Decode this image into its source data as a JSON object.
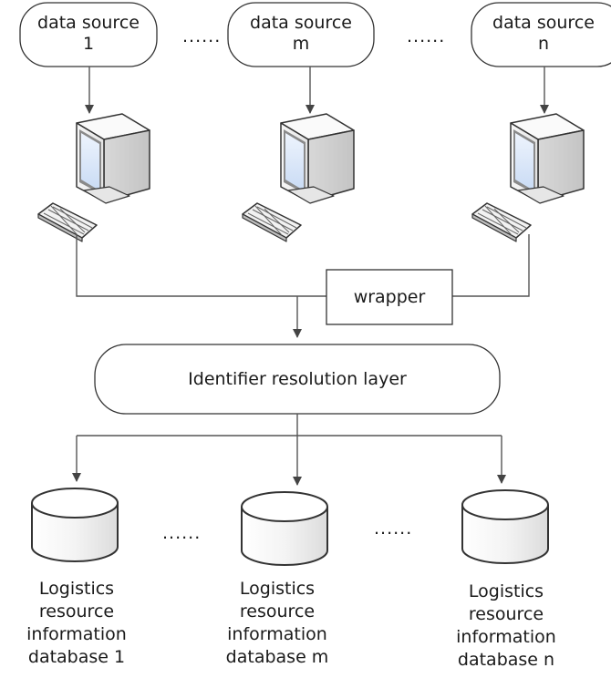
{
  "sources": [
    {
      "line1": "data source",
      "line2": "1"
    },
    {
      "line1": "data source",
      "line2": "m"
    },
    {
      "line1": "data source",
      "line2": "n"
    }
  ],
  "source_ellipsis": "......",
  "wrapper_label": "wrapper",
  "resolution_layer_label": "Identifier resolution layer",
  "databases": [
    {
      "line1": "Logistics",
      "line2": "resource",
      "line3": "information",
      "line4": "database 1"
    },
    {
      "line1": "Logistics",
      "line2": "resource",
      "line3": "information",
      "line4": "database m"
    },
    {
      "line1": "Logistics",
      "line2": "resource",
      "line3": "information",
      "line4": "database n"
    }
  ],
  "database_ellipsis": "......",
  "icons": [
    "computer-icon",
    "keyboard-icon",
    "database-icon"
  ],
  "colors": {
    "line": "#555555",
    "screen": "#dce9fb",
    "casing": "#f5f5f5",
    "outline": "#333333"
  }
}
